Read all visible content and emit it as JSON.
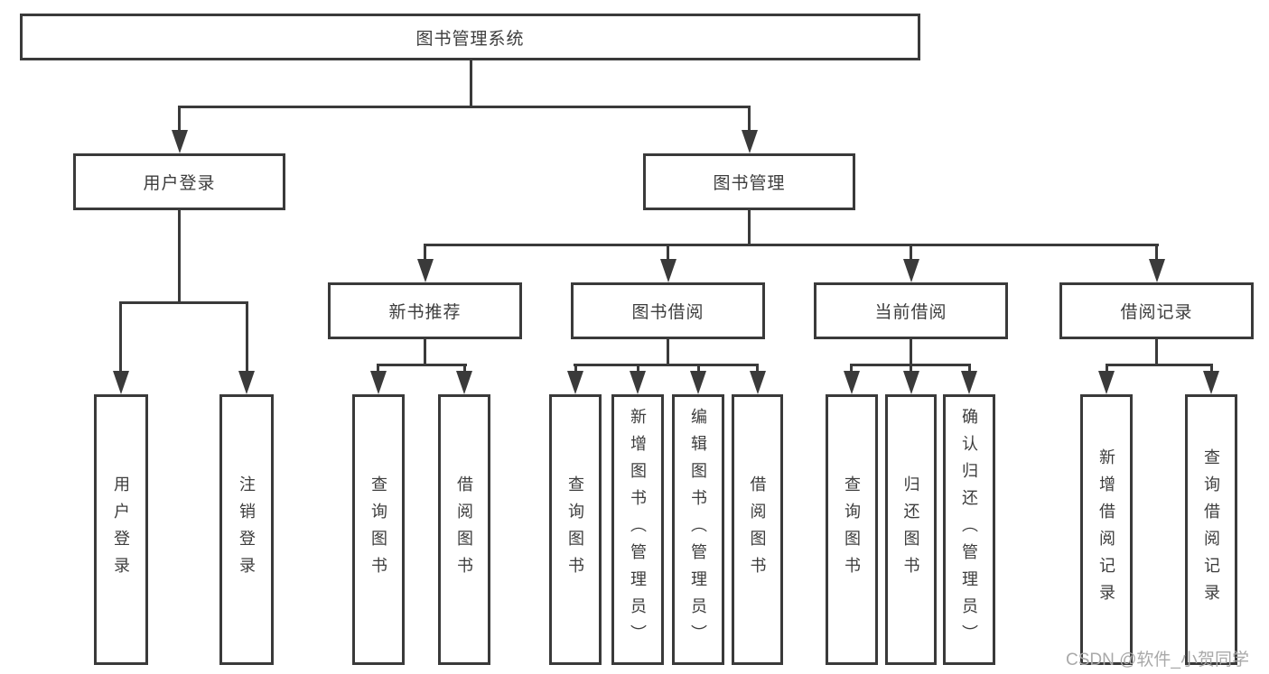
{
  "colors": {
    "line": "#3a3a3a",
    "text": "#3d3d3d",
    "watermark": "#a9a9a9",
    "background": "#ffffff"
  },
  "watermark": {
    "text": "CSDN @软件_小贺同学"
  },
  "tree": {
    "root": {
      "label": "图书管理系统",
      "children": [
        {
          "label": "用户登录",
          "children": [
            {
              "label": "用户登录"
            },
            {
              "label": "注销登录"
            }
          ]
        },
        {
          "label": "图书管理",
          "children": [
            {
              "label": "新书推荐",
              "children": [
                {
                  "label": "查询图书"
                },
                {
                  "label": "借阅图书"
                }
              ]
            },
            {
              "label": "图书借阅",
              "children": [
                {
                  "label": "查询图书"
                },
                {
                  "label": "新增图书（管理员）"
                },
                {
                  "label": "编辑图书（管理员）"
                },
                {
                  "label": "借阅图书"
                }
              ]
            },
            {
              "label": "当前借阅",
              "children": [
                {
                  "label": "查询图书"
                },
                {
                  "label": "归还图书"
                },
                {
                  "label": "确认归还（管理员）"
                }
              ]
            },
            {
              "label": "借阅记录",
              "children": [
                {
                  "label": "新增借阅记录"
                },
                {
                  "label": "查询借阅记录"
                }
              ]
            }
          ]
        }
      ]
    }
  }
}
